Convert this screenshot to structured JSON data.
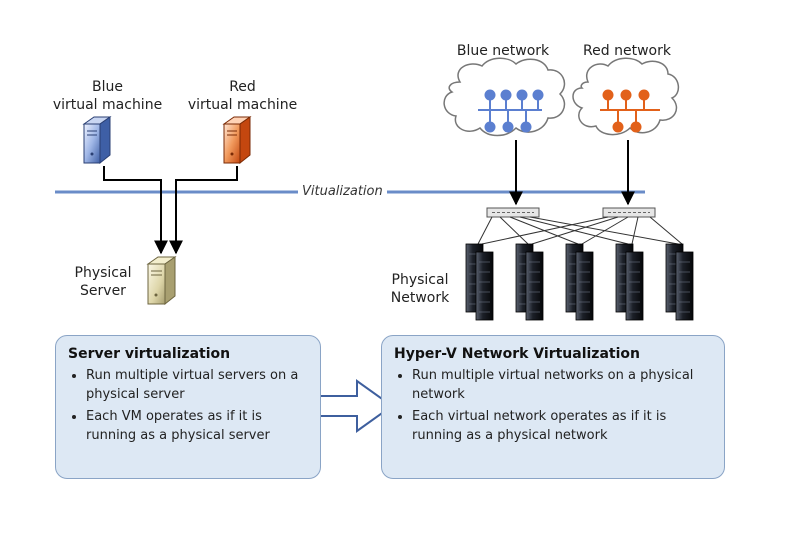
{
  "labels": {
    "blue_vm": [
      "Blue",
      "virtual machine"
    ],
    "red_vm": [
      "Red",
      "virtual machine"
    ],
    "physical_server": [
      "Physical",
      "Server"
    ],
    "blue_network": "Blue network",
    "red_network": "Red network",
    "physical_network": [
      "Physical",
      "Network"
    ],
    "virtualization": "Vitualization"
  },
  "cards": [
    {
      "title": "Server virtualization",
      "items": [
        "Run multiple virtual servers on a physical server",
        "Each VM operates as if it is running as a physical server"
      ]
    },
    {
      "title": "Hyper-V Network Virtualization",
      "items": [
        "Run multiple virtual networks on a physical network",
        "Each virtual network operates as if it is running as a physical network"
      ]
    }
  ],
  "colors": {
    "blue_node": "#5b7fd0",
    "red_node": "#e2611a",
    "virt_line": "#6a8cc8",
    "card_fill": "#dde8f4",
    "card_border": "#8aa4c6"
  }
}
